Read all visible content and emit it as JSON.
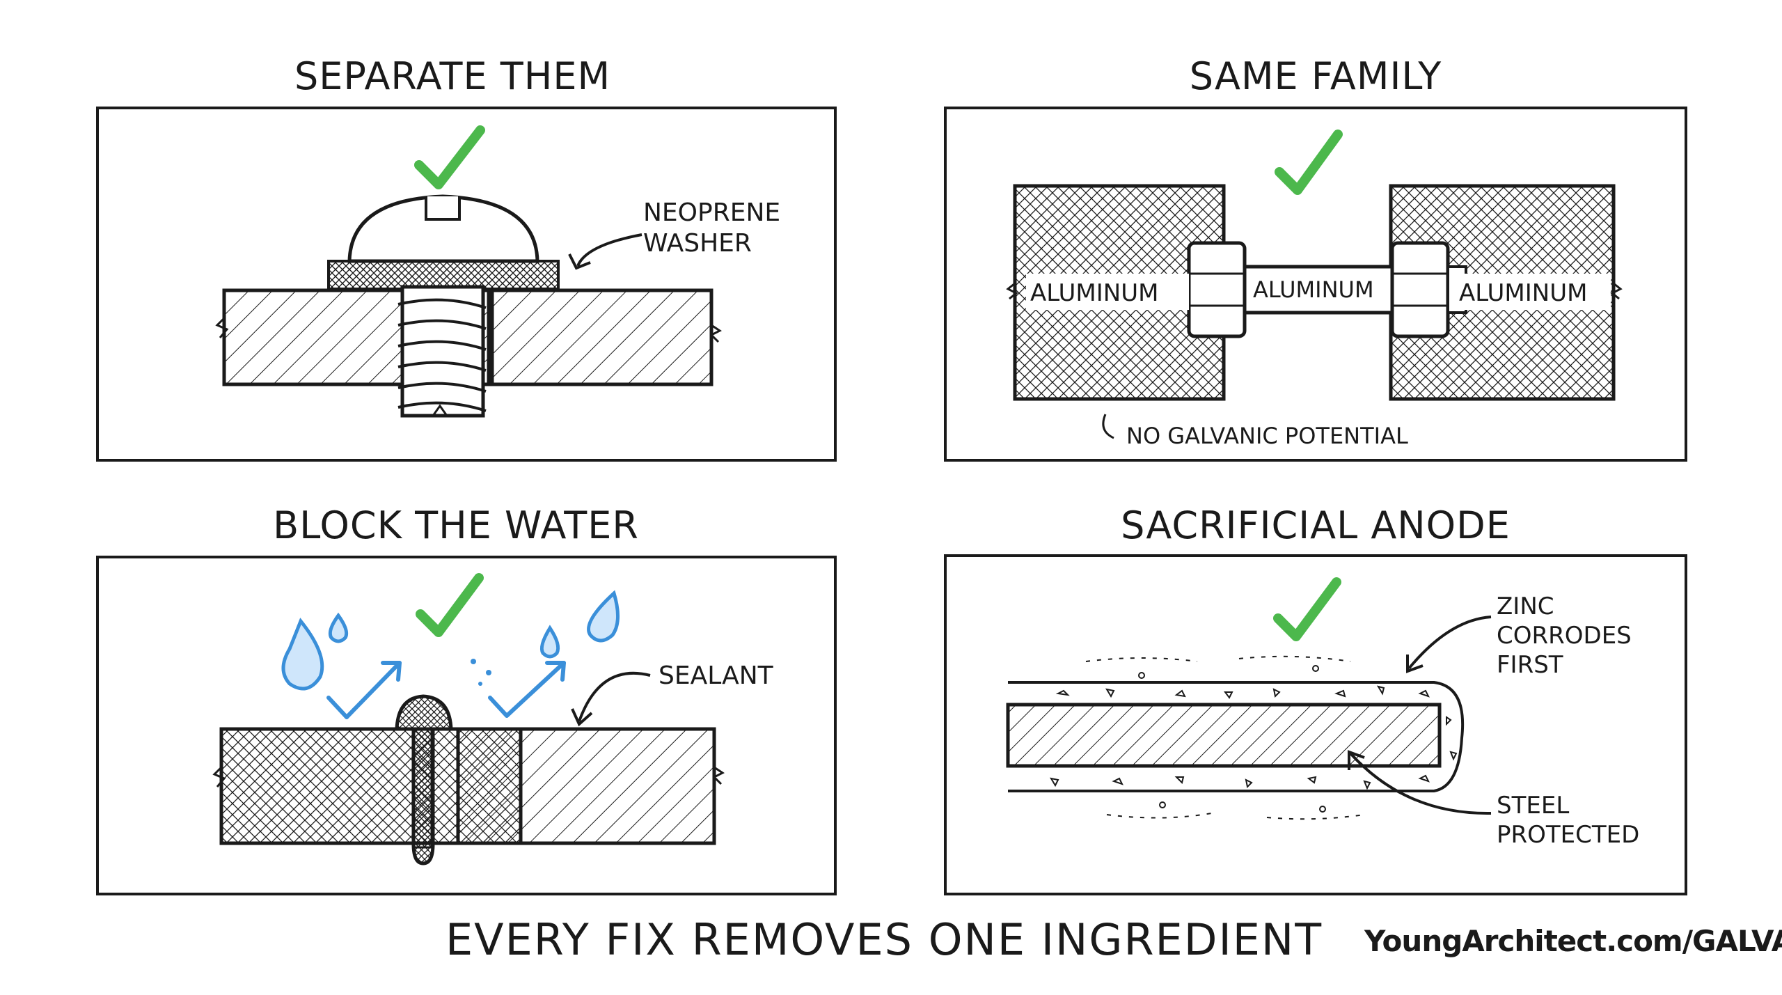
{
  "panels": [
    {
      "title": "SEPARATE THEM",
      "labels": {
        "washer_line1": "NEOPRENE",
        "washer_line2": "WASHER"
      }
    },
    {
      "title": "SAME FAMILY",
      "labels": {
        "left": "ALUMINUM",
        "middle": "ALUMINUM",
        "right": "ALUMINUM",
        "note": "NO GALVANIC POTENTIAL"
      }
    },
    {
      "title": "BLOCK THE WATER",
      "labels": {
        "sealant": "SEALANT"
      }
    },
    {
      "title": "SACRIFICIAL ANODE",
      "labels": {
        "zinc_line1": "ZINC",
        "zinc_line2": "CORRODES",
        "zinc_line3": "FIRST",
        "steel_line1": "STEEL",
        "steel_line2": "PROTECTED"
      }
    }
  ],
  "footer": {
    "caption": "EVERY FIX REMOVES ONE INGREDIENT",
    "url": "YoungArchitect.com/GALVANIC"
  },
  "colors": {
    "check": "#4cb84c",
    "water": "#3a8fd9",
    "ink": "#1a1a1a"
  }
}
